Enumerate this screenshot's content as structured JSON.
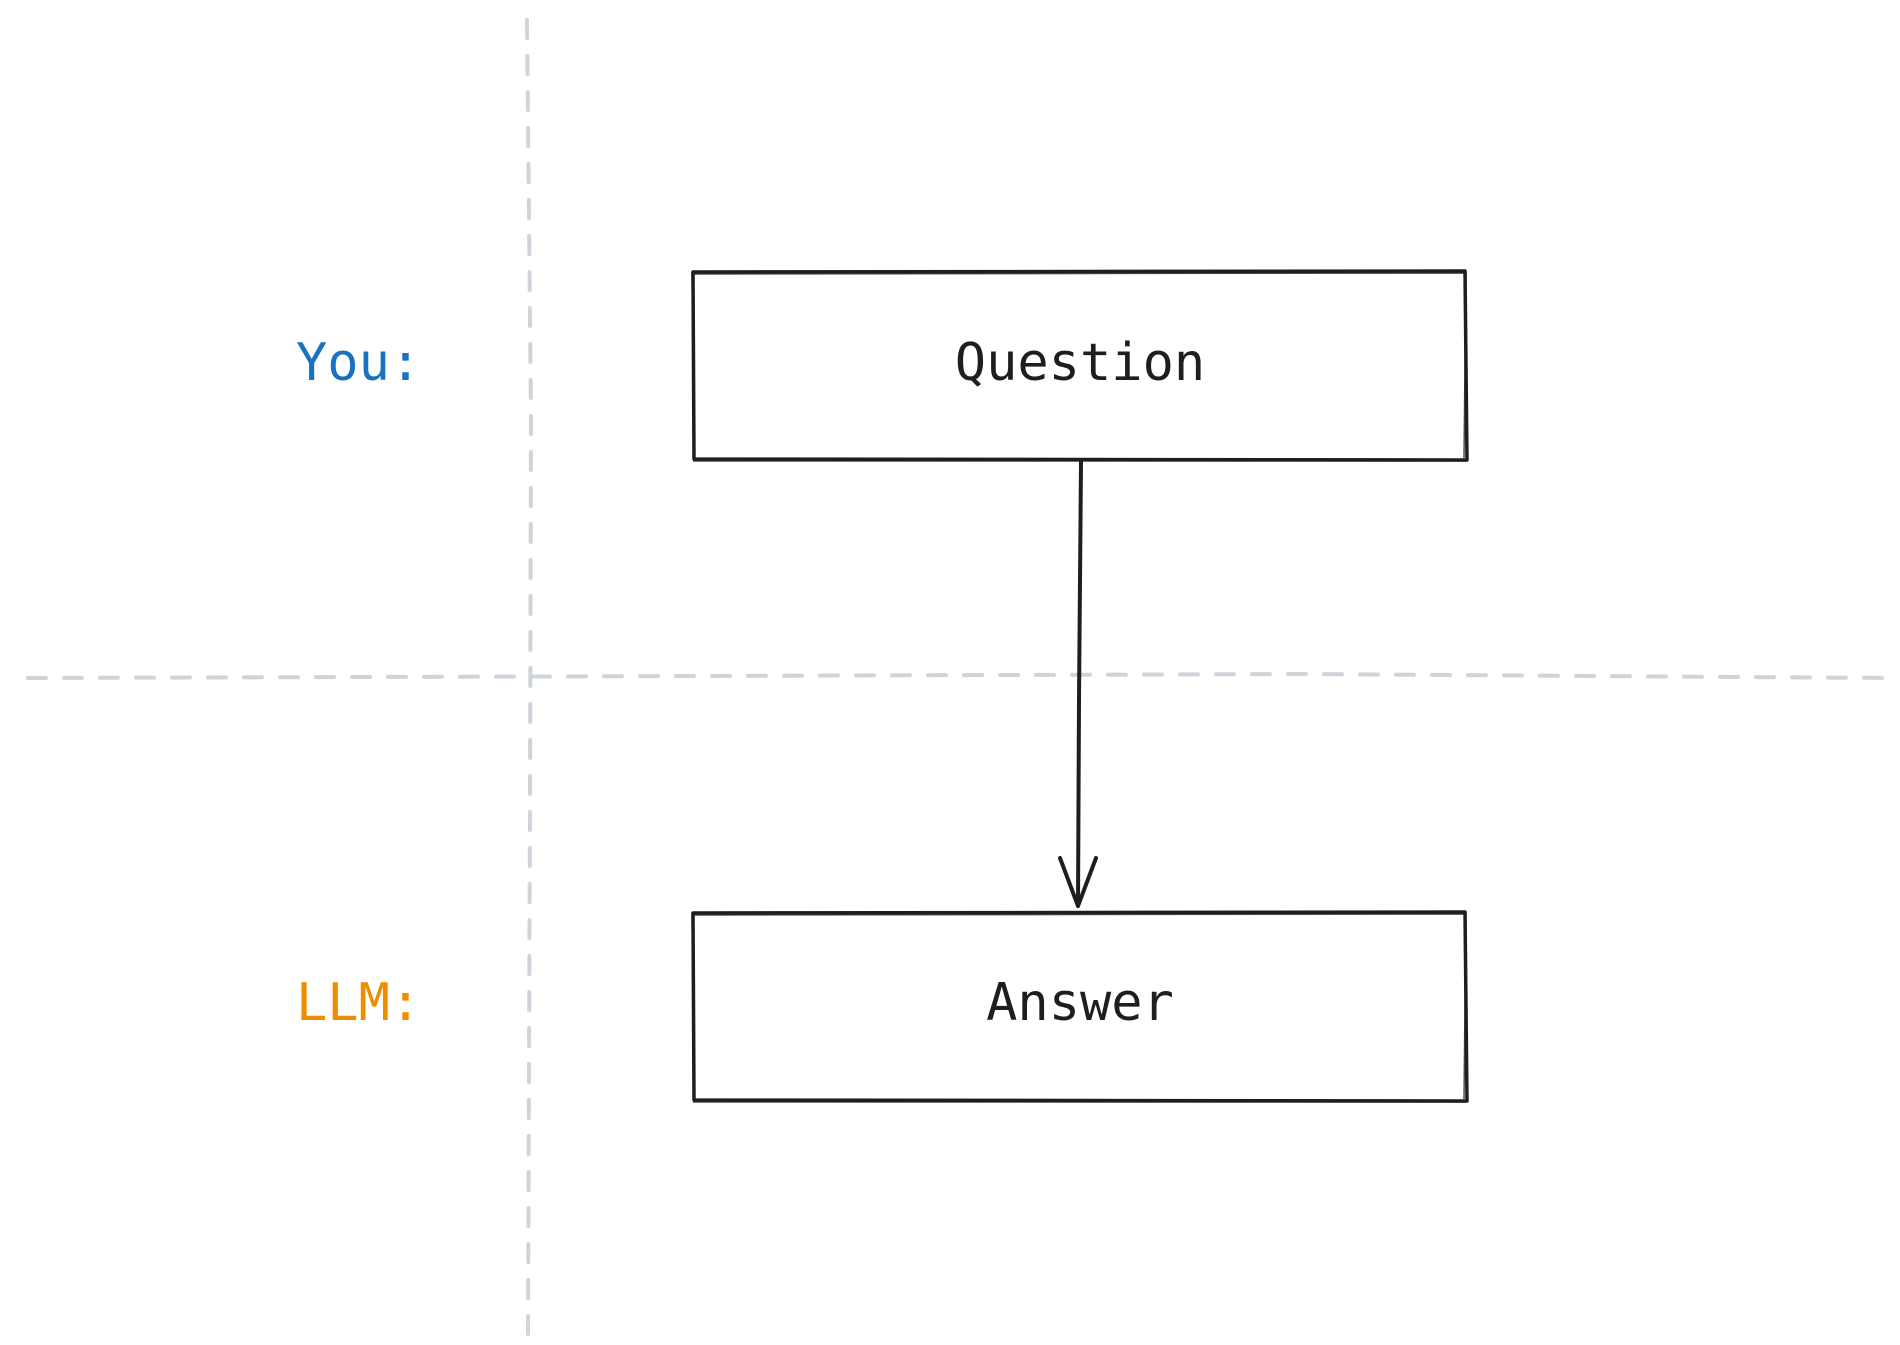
{
  "lanes": [
    {
      "label": "You:",
      "color": "#1971c2"
    },
    {
      "label": "LLM:",
      "color": "#f08c00"
    }
  ],
  "nodes": [
    {
      "id": "question",
      "text": "Question"
    },
    {
      "id": "answer",
      "text": "Answer"
    }
  ],
  "edges": [
    {
      "from": "question",
      "to": "answer"
    }
  ],
  "colors": {
    "divider": "#ced4da",
    "stroke": "#1e1e1e",
    "box_fill": "#ffffff"
  }
}
